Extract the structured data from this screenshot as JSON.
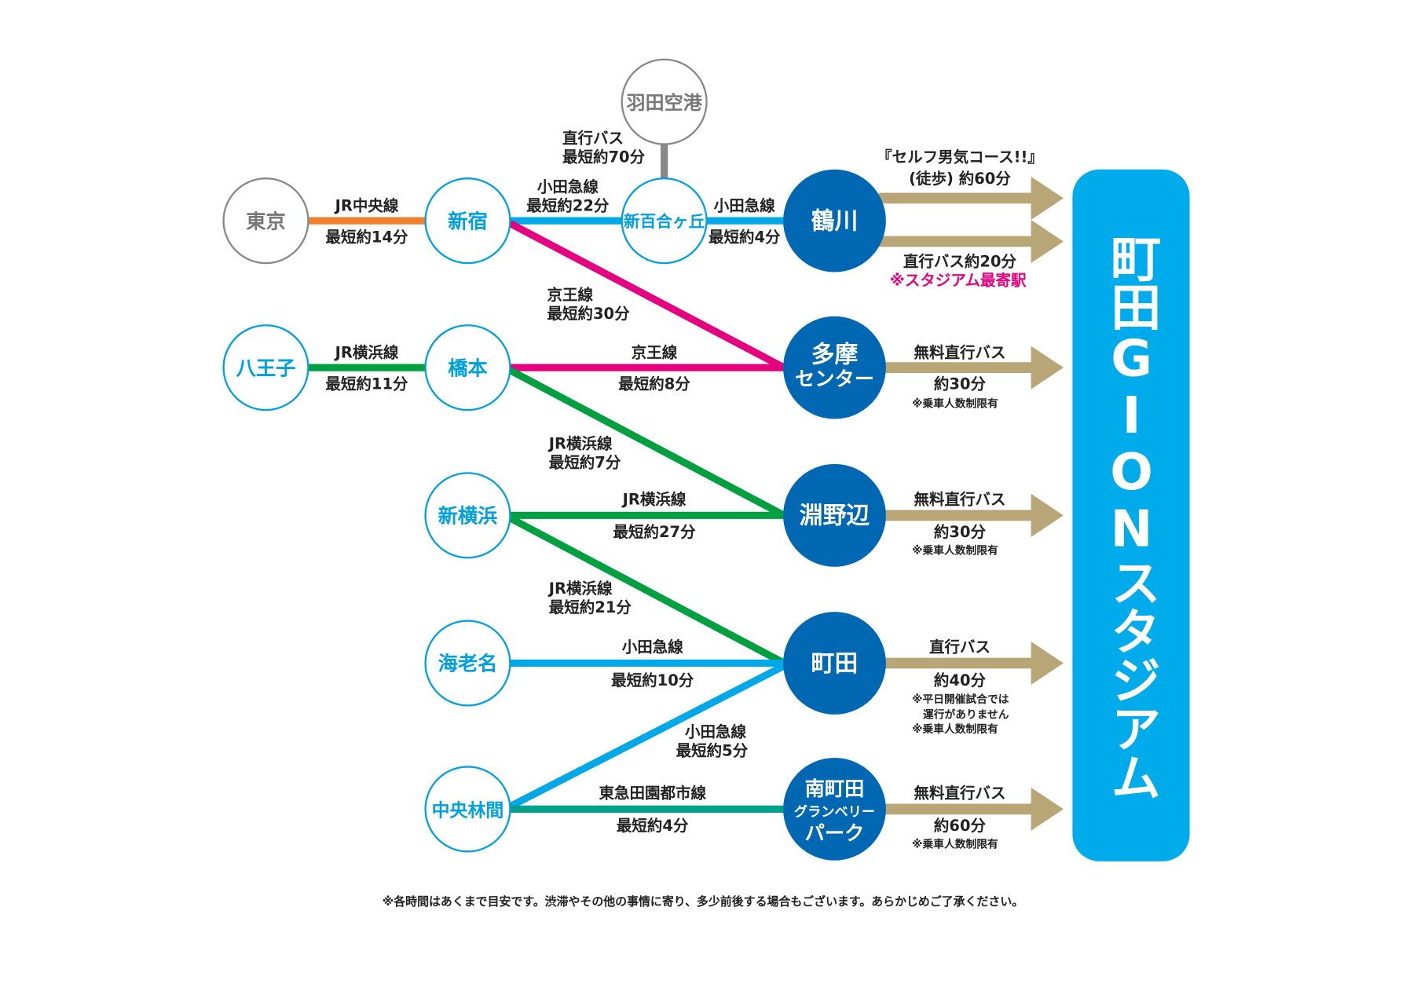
{
  "colors": {
    "jr_chuo": "#f08030",
    "odakyu": "#00a8e8",
    "keio": "#e4007f",
    "jr_yokohama": "#00a040",
    "denentoshi": "#00a08a",
    "arrow": "#b8a677",
    "major_station": "#0068b3",
    "stadium": "#00abeb",
    "highlight": "#e4007f"
  },
  "stations": {
    "tokyo": "東京",
    "shinjuku": "新宿",
    "shinyurigaoka": "新百合ヶ丘",
    "haneda": "羽田空港",
    "tsurukawa": "鶴川",
    "hachioji": "八王子",
    "hashimoto": "橋本",
    "tama_center_1": "多摩",
    "tama_center_2": "センター",
    "shinyokohama": "新横浜",
    "fuchinobe": "淵野辺",
    "ebina": "海老名",
    "machida": "町田",
    "chuorinkan": "中央林間",
    "minamimachida_1": "南町田",
    "minamimachida_2": "グランベリー",
    "minamimachida_3": "パーク"
  },
  "routes": {
    "tokyo_shinjuku": {
      "line": "JR中央線",
      "time": "最短約14分"
    },
    "shinjuku_shinyuri": {
      "line": "小田急線",
      "time": "最短約22分"
    },
    "haneda_shinyuri": {
      "line": "直行バス",
      "time": "最短約70分"
    },
    "shinyuri_tsurukawa": {
      "line": "小田急線",
      "time": "最短約4分"
    },
    "shinjuku_tama": {
      "line": "京王線",
      "time": "最短約30分"
    },
    "hachioji_hashimoto": {
      "line": "JR横浜線",
      "time": "最短約11分"
    },
    "hashimoto_tama": {
      "line": "京王線",
      "time": "最短約8分"
    },
    "hashimoto_fuchinobe": {
      "line": "JR横浜線",
      "time": "最短約7分"
    },
    "shinyokohama_fuchinobe": {
      "line": "JR横浜線",
      "time": "最短約27分"
    },
    "shinyokohama_machida": {
      "line": "JR横浜線",
      "time": "最短約21分"
    },
    "ebina_machida": {
      "line": "小田急線",
      "time": "最短約10分"
    },
    "chuorinkan_machida": {
      "line": "小田急線",
      "time": "最短約5分"
    },
    "chuorinkan_minamimachida": {
      "line": "東急田園都市線",
      "time": "最短約4分"
    }
  },
  "access": {
    "tsurukawa_walk": {
      "title": "『セルフ男気コース!!』",
      "time": "(徒歩) 約60分"
    },
    "tsurukawa_bus": {
      "title": "直行バス約20分",
      "note": "※スタジアム最寄駅"
    },
    "tama": {
      "title": "無料直行バス",
      "time": "約30分",
      "note": "※乗車人数制限有"
    },
    "fuchinobe": {
      "title": "無料直行バス",
      "time": "約30分",
      "note": "※乗車人数制限有"
    },
    "machida": {
      "title": "直行バス",
      "time": "約40分",
      "note1": "※平日開催試合では",
      "note2": "運行がありません",
      "note3": "※乗車人数制限有"
    },
    "minamimachida": {
      "title": "無料直行バス",
      "time": "約60分",
      "note": "※乗車人数制限有"
    }
  },
  "destination": "町田GIONスタジアム",
  "footer": "※各時間はあくまで目安です。渋滞やその他の事情に寄り、多少前後する場合もございます。あらかじめご了承ください。"
}
